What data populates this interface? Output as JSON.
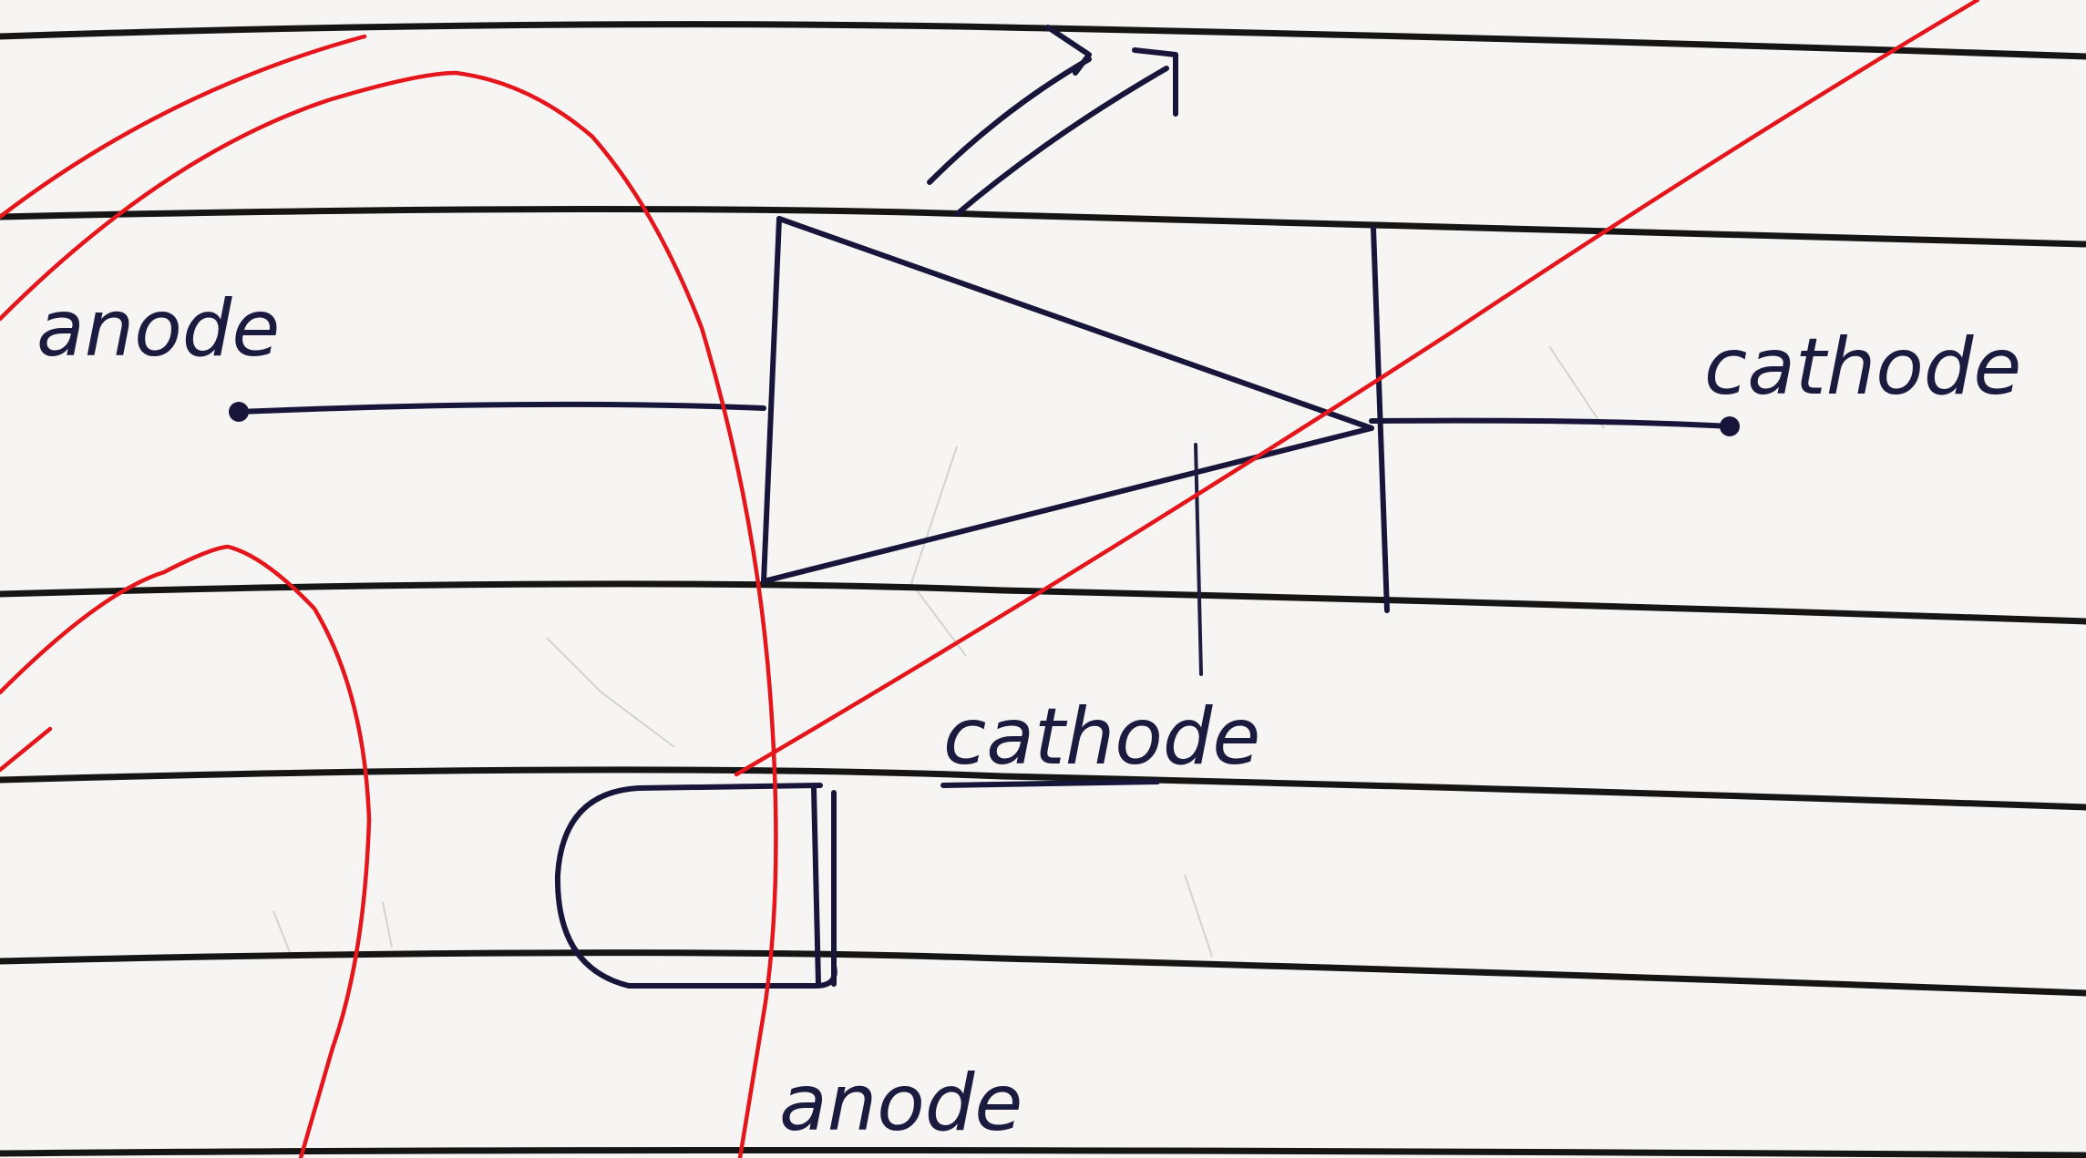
{
  "labels": {
    "anode_top": "anode",
    "cathode_right": "cathode",
    "cathode_lower": "cathode",
    "anode_lower": "anode"
  },
  "colors": {
    "paper": "#f6f5f3",
    "ruling": "#151515",
    "ink": "#17163a",
    "correction_pen": "#e4161b"
  }
}
